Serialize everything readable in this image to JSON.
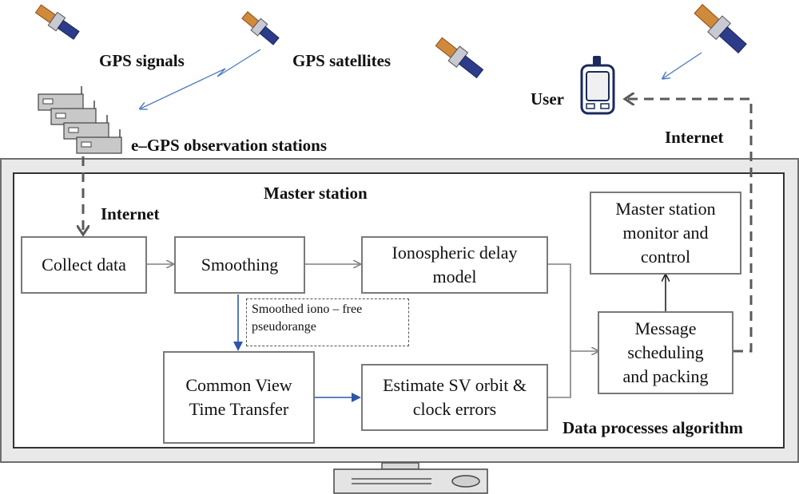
{
  "labels": {
    "gps_signals": "GPS signals",
    "gps_satellites": "GPS satellites",
    "user": "User",
    "egps_stations": "e–GPS observation stations",
    "internet_left": "Internet",
    "internet_right": "Internet",
    "master_station": "Master station",
    "data_processes": "Data processes algorithm"
  },
  "boxes": {
    "collect": [
      "Collect data"
    ],
    "smoothing": [
      "Smoothing"
    ],
    "iono": [
      "Ionospheric delay",
      "model"
    ],
    "cvtt": [
      "Common View",
      "Time Transfer"
    ],
    "estimate": [
      "Estimate SV orbit &",
      "clock errors"
    ],
    "monitor": [
      "Master station",
      "monitor and",
      "control"
    ],
    "message": [
      "Message",
      "scheduling",
      "and packing"
    ]
  },
  "note": [
    "Smoothed iono – free",
    "pseudorange"
  ],
  "icons": [
    "satellite-icon",
    "observation-station-icon",
    "gps-handset-icon",
    "computer-base-icon"
  ],
  "colors": {
    "flow_arrow": "#808080",
    "blue_arrow": "#2e56a6",
    "internet_dash": "#5a5a5a",
    "signal": "#4a78c0"
  }
}
